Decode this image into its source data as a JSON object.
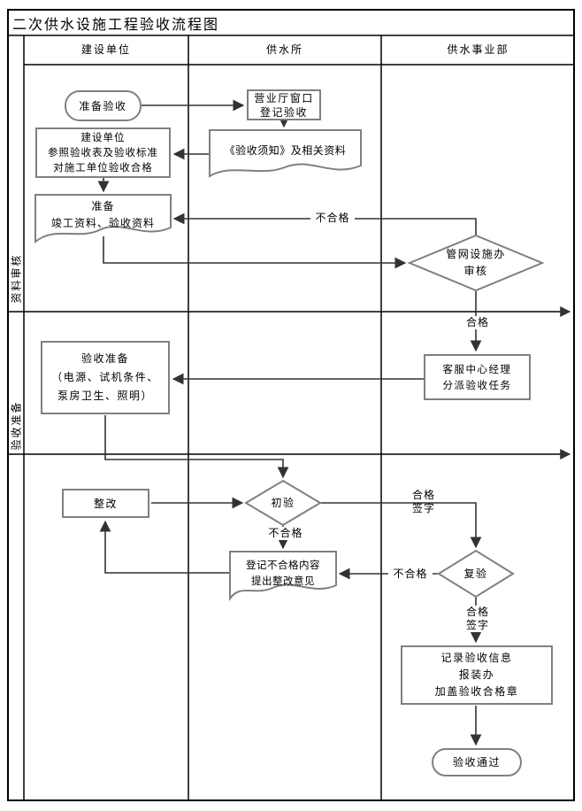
{
  "title": "二次供水设施工程验收流程图",
  "lanes": {
    "columns": [
      "建设单位",
      "供水所",
      "供水事业部"
    ],
    "row_labels": [
      "资料审核",
      "验收准备"
    ]
  },
  "nodes": {
    "start": "准备验收",
    "register": "营业厅窗口\n登记验收",
    "notice_doc": "《验收须知》及相关资料",
    "self_check": "建设单位\n参照验收表及验收标准\n对施工单位验收合格",
    "prepare_doc": "准备\n竣工资料、验收资料",
    "pipe_review": "管网设施办\n审核",
    "manager_assign": "客服中心经理\n分派验收任务",
    "acceptance_prep": "验收准备\n（电源、试机条件、\n泵房卫生、照明）",
    "rectify": "整改",
    "first_check": "初验",
    "record_fail": "登记不合格内容\n提出整改意见",
    "recheck": "复验",
    "record_info": "记录验收信息\n报装办\n加盖验收合格章",
    "end": "验收通过"
  },
  "edge_labels": {
    "fail_top": "不合格",
    "pass_review": "合格",
    "fail_first": "不合格",
    "pass_sign_first": "合格\n签字",
    "fail_recheck": "不合格",
    "pass_sign_recheck": "合格\n签字"
  },
  "colors": {
    "line": "#333333",
    "grid": "#000000",
    "shape_border": "#808080",
    "background": "#ffffff",
    "text": "#000000"
  }
}
